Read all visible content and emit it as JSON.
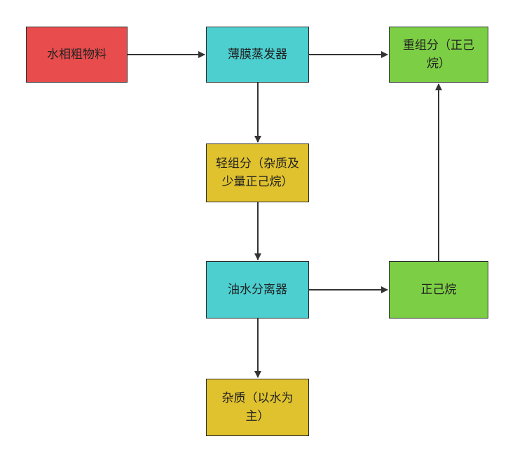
{
  "nodes": {
    "raw": {
      "label": "水相粗物料",
      "color": "#e84c4c"
    },
    "evaporator": {
      "label": "薄膜蒸发器",
      "color": "#4dcfd0"
    },
    "heavy": {
      "label": "重组分（正己烷）",
      "color": "#7ccf44"
    },
    "light": {
      "label": "轻组分（杂质及少量正己烷）",
      "color": "#e0c22e"
    },
    "separator": {
      "label": "油水分离器",
      "color": "#4dcfd0"
    },
    "hexane": {
      "label": "正己烷",
      "color": "#7ccf44"
    },
    "impurity": {
      "label": "杂质（以水为主）",
      "color": "#e0c22e"
    }
  },
  "edges": [
    {
      "from": "raw",
      "to": "evaporator"
    },
    {
      "from": "evaporator",
      "to": "heavy"
    },
    {
      "from": "evaporator",
      "to": "light"
    },
    {
      "from": "light",
      "to": "separator"
    },
    {
      "from": "separator",
      "to": "hexane"
    },
    {
      "from": "separator",
      "to": "impurity"
    },
    {
      "from": "hexane",
      "to": "heavy"
    }
  ],
  "colors": {
    "border": "#2b2b2b",
    "arrow": "#333333"
  }
}
